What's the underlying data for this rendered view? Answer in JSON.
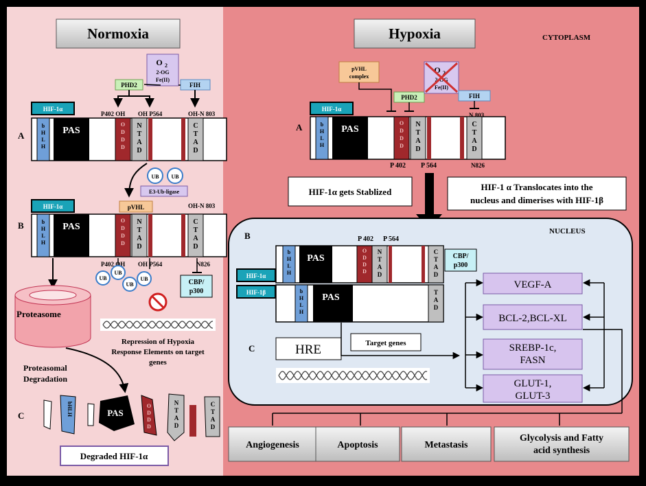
{
  "normoxia": {
    "title": "Normoxia",
    "oxygen": {
      "o2": "O",
      "sub": "2",
      "line2": "2-OG",
      "line3": "Fe(II)"
    },
    "phd2": "PHD2",
    "fih": "FIH",
    "hif1a": "HIF-1α",
    "sites": {
      "p402": "P402 OH",
      "p564": "OH P564",
      "n803": "OH-N 803",
      "n826": "N826"
    },
    "domains": {
      "bhlh": "bHLH",
      "pas": "PAS",
      "oddd": "ODDD",
      "ntad": "NTAD",
      "ctad": "CTAD"
    },
    "ub": "UB",
    "e3": "E3-Ub-ligase",
    "pvhl": "pVHL",
    "cbp": [
      "CBP/",
      "p300"
    ],
    "proteasome": "Proteasome",
    "repression": [
      "Repression of Hypoxia",
      "Response Elements on target",
      "genes"
    ],
    "degradation": [
      "Proteasomal",
      "Degradation"
    ],
    "degraded": "Degraded HIF-1α",
    "labels": {
      "a": "A",
      "b": "B",
      "c": "C"
    }
  },
  "hypoxia": {
    "title": "Hypoxia",
    "cytoplasm": "CYTOPLASM",
    "nucleus": "NUCLEUS",
    "pvhl_complex": [
      "pVHL",
      "complex"
    ],
    "phd2": "PHD2",
    "oxygen": {
      "o2": "O",
      "sub": "2",
      "line2": "2-OG",
      "line3": "Fe(II)"
    },
    "fih": "FIH",
    "hif1a": "HIF-1α",
    "hif1b": "HIF-1β",
    "sites": {
      "n803": "N 803",
      "p402": "P 402",
      "p564": "P 564",
      "n826": "N826",
      "p402b": "P 402",
      "p564b": "P 564"
    },
    "domains": {
      "bhlh": "bHLH",
      "pas": "PAS",
      "oddd": "ODDD",
      "ntad": "NTAD",
      "ctad": "CTAD",
      "tad": "TAD"
    },
    "cbp": [
      "CBP/",
      "p300"
    ],
    "stabilized": "HIF-1α gets Stablized",
    "translocates": [
      "HIF-1 α Translocates into the",
      "nucleus and dimerises with HIF-1β"
    ],
    "hre": "HRE",
    "target_genes": "Target genes",
    "genes": [
      [
        "VEGF-A"
      ],
      [
        "BCL-2,BCL-XL"
      ],
      [
        "SREBP-1c,",
        "FASN"
      ],
      [
        "GLUT-1,",
        "GLUT-3"
      ]
    ],
    "outcomes": [
      [
        "Angiogenesis"
      ],
      [
        "Apoptosis"
      ],
      [
        "Metastasis"
      ],
      [
        "Glycolysis and Fatty",
        "acid synthesis"
      ]
    ],
    "labels": {
      "a": "A",
      "b": "B",
      "c": "C"
    }
  },
  "colors": {
    "left_bg": "#f6d4d6",
    "right_bg": "#e8898c",
    "nucleus_bg": "#dfe8f3",
    "bhlh": "#6f9fd8",
    "oddd": "#a0282c",
    "gray": "#bfbfbf",
    "hif": "#1aa3b8",
    "gene": "#d7c4ee"
  }
}
